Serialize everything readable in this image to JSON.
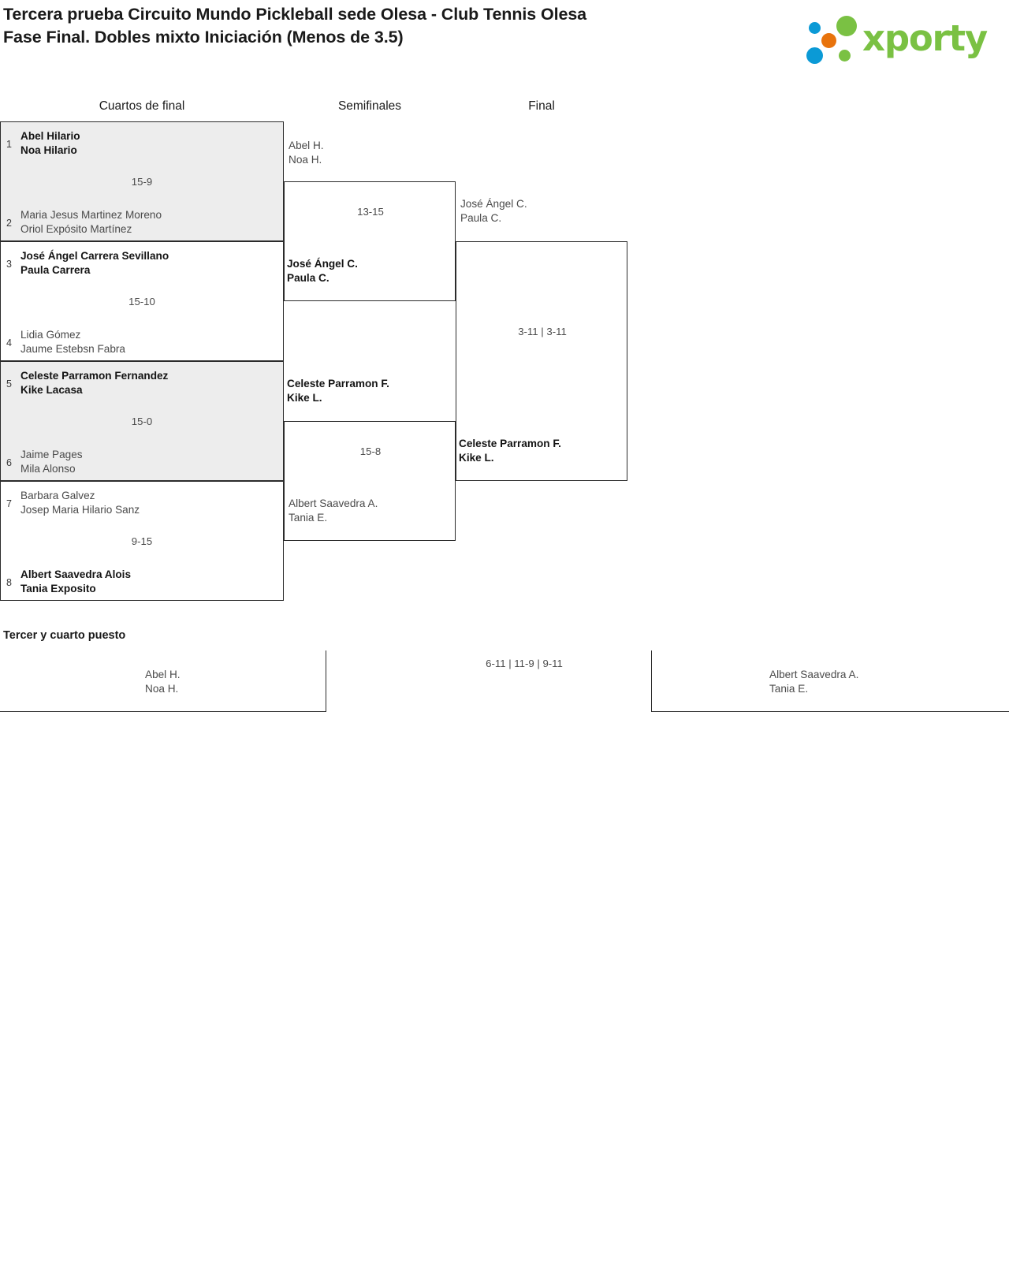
{
  "header": {
    "title_line1": "Tercera prueba Circuito Mundo Pickleball sede Olesa - Club Tennis Olesa",
    "title_line2": "Fase Final. Dobles mixto Iniciación (Menos de 3.5)",
    "logo_text": "xporty"
  },
  "rounds": [
    {
      "label": "Cuartos de final"
    },
    {
      "label": "Semifinales"
    },
    {
      "label": "Final"
    }
  ],
  "quarterfinals": [
    {
      "score": "15-9",
      "top": {
        "seed": "1",
        "p1": "Abel Hilario",
        "p2": "Noa Hilario",
        "winner": true
      },
      "bottom": {
        "seed": "2",
        "p1": "Maria Jesus Martinez Moreno",
        "p2": "Oriol Expósito Martínez",
        "winner": false
      }
    },
    {
      "score": "15-10",
      "top": {
        "seed": "3",
        "p1": "José Ángel Carrera Sevillano",
        "p2": "Paula Carrera",
        "winner": true
      },
      "bottom": {
        "seed": "4",
        "p1": "Lidia Gómez",
        "p2": "Jaume Estebsn Fabra",
        "winner": false
      }
    },
    {
      "score": "15-0",
      "top": {
        "seed": "5",
        "p1": "Celeste Parramon Fernandez",
        "p2": "Kike Lacasa",
        "winner": true
      },
      "bottom": {
        "seed": "6",
        "p1": "Jaime Pages",
        "p2": "Mila Alonso",
        "winner": false
      }
    },
    {
      "score": "9-15",
      "top": {
        "seed": "7",
        "p1": "Barbara Galvez",
        "p2": "Josep Maria Hilario Sanz",
        "winner": false
      },
      "bottom": {
        "seed": "8",
        "p1": "Albert Saavedra Alois",
        "p2": "Tania Exposito",
        "winner": true
      }
    }
  ],
  "semifinals": [
    {
      "score": "13-15",
      "top": {
        "p1": "Abel H.",
        "p2": "Noa H.",
        "winner": false
      },
      "bottom": {
        "p1": "José Ángel C.",
        "p2": "Paula C.",
        "winner": true
      }
    },
    {
      "score": "15-8",
      "top": {
        "p1": "Celeste Parramon F.",
        "p2": "Kike L.",
        "winner": true
      },
      "bottom": {
        "p1": "Albert Saavedra A.",
        "p2": "Tania E.",
        "winner": false
      }
    }
  ],
  "final": {
    "score": "3-11 | 3-11",
    "top": {
      "p1": "José Ángel C.",
      "p2": "Paula C.",
      "winner": false
    },
    "bottom": {
      "p1": "Celeste Parramon F.",
      "p2": "Kike L.",
      "winner": true
    }
  },
  "third_place": {
    "heading": "Tercer y cuarto puesto",
    "score": "6-11 | 11-9 | 9-11",
    "left": {
      "p1": "Abel H.",
      "p2": "Noa H.",
      "winner": false
    },
    "right": {
      "p1": "Albert Saavedra A.",
      "p2": "Tania E.",
      "winner": false
    }
  },
  "colors": {
    "line": "#2b2b2b",
    "shade": "#ededed",
    "logo_green": "#7ac143",
    "logo_blue": "#0b9ad6",
    "logo_orange": "#e8730c"
  }
}
